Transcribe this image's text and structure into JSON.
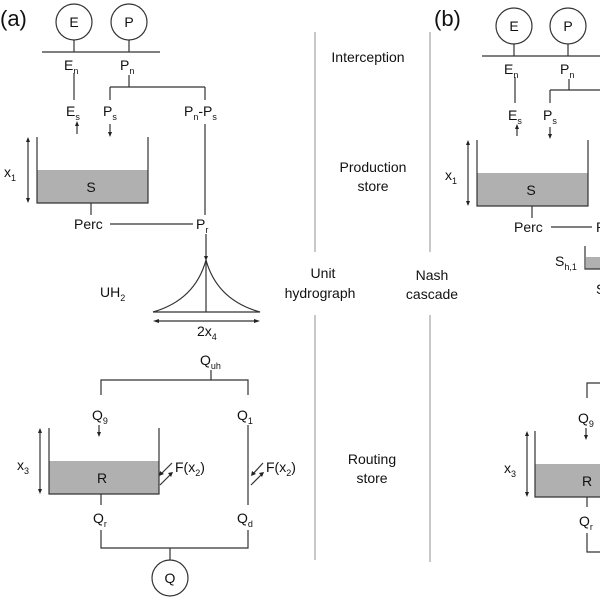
{
  "panels": {
    "a": "(a)",
    "b": "(b)"
  },
  "stages": {
    "interception": "Interception",
    "production_1": "Production",
    "production_2": "store",
    "uh_1": "Unit",
    "uh_2": "hydrograph",
    "nash_1": "Nash",
    "nash_2": "cascade",
    "routing_1": "Routing",
    "routing_2": "store"
  },
  "nodes": {
    "E": "E",
    "P": "P",
    "Q": "Q",
    "S": "S",
    "R": "R",
    "En": {
      "main": "E",
      "sub": "n"
    },
    "Pn": {
      "main": "P",
      "sub": "n"
    },
    "Es": {
      "main": "E",
      "sub": "s"
    },
    "Ps": {
      "main": "P",
      "sub": "s"
    },
    "PnPs": {
      "main1": "P",
      "sub1": "n",
      "dash": "-",
      "main2": "P",
      "sub2": "s"
    },
    "Perc": "Perc",
    "Pr": {
      "main": "P",
      "sub": "r"
    },
    "x1": {
      "main": "x",
      "sub": "1"
    },
    "x3": {
      "main": "x",
      "sub": "3"
    },
    "UH2": {
      "main": "UH",
      "sub": "2"
    },
    "twox4": {
      "main": "2x",
      "sub": "4"
    },
    "Quh": {
      "main": "Q",
      "sub": "uh"
    },
    "Q9": {
      "main": "Q",
      "sub": "9"
    },
    "Q1": {
      "main": "Q",
      "sub": "1"
    },
    "Qr": {
      "main": "Q",
      "sub": "r"
    },
    "Qd": {
      "main": "Q",
      "sub": "d"
    },
    "Fx2": {
      "pre": "F(x",
      "sub": "2",
      "post": ")"
    },
    "Sh1": {
      "main": "S",
      "sub": "h,1"
    }
  }
}
